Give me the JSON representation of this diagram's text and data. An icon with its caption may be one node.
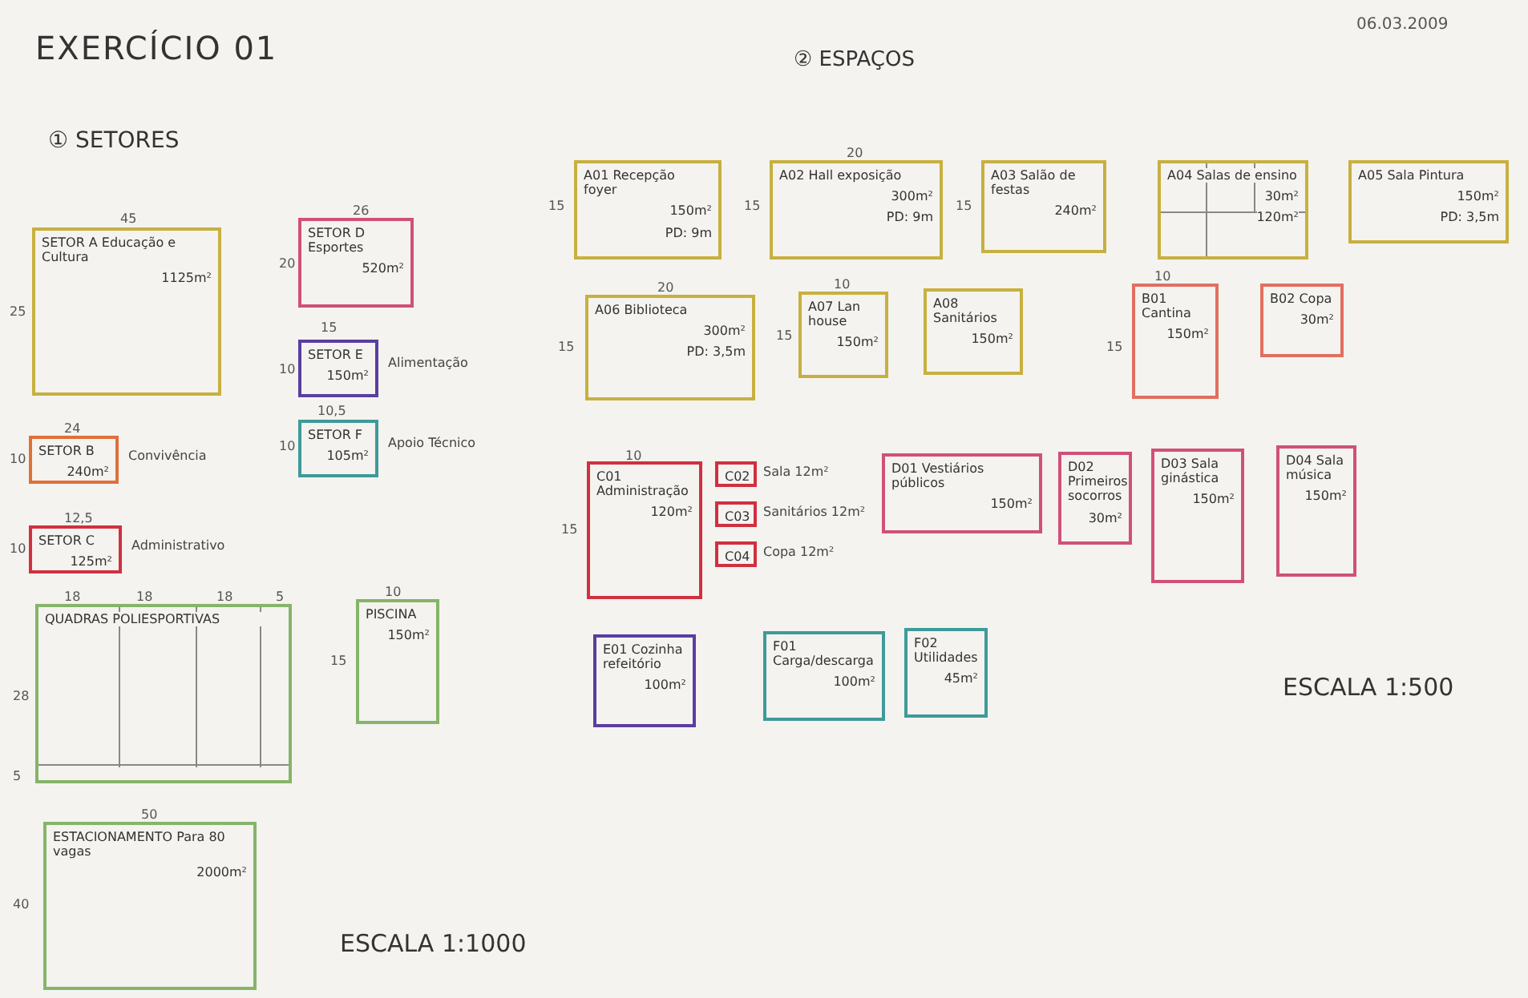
{
  "diagram": {
    "title": "EXERCÍCIO 01",
    "nodes": [
      {
        "text": [
          "SETOR A Educação e Cultura",
          "1125m²"
        ]
      },
      {
        "text": [
          "SETOR D Esportes",
          "520m²"
        ]
      },
      {
        "text": [
          "SETOR E",
          "150m²"
        ],
        "beside": [
          "Alimentação"
        ]
      },
      {
        "text": [
          "SETOR F",
          "105m²"
        ],
        "beside": [
          "Apoio Técnico"
        ]
      },
      {
        "text": [
          "SETOR B",
          "240m²"
        ],
        "beside": [
          "Convivência"
        ]
      },
      {
        "text": [
          "SETOR C",
          "125m²"
        ],
        "beside": [
          "Administrativo"
        ]
      },
      {
        "text": [
          "QUADRAS POLIESPORTIVAS"
        ]
      },
      {
        "text": [
          "PISCINA",
          "150m²"
        ]
      },
      {
        "text": [
          "ESTACIONAMENTO Para 80 vagas",
          "2000m²"
        ]
      },
      {
        "text": [
          "A01 Recepção foyer",
          "150m²",
          "PD: 9m"
        ]
      },
      {
        "text": [
          "A02 Hall exposição",
          "300m²",
          "PD: 9m"
        ]
      },
      {
        "text": [
          "A03 Salão de festas",
          "240m²"
        ]
      },
      {
        "text": [
          "A04 Salas de ensino",
          "30m²",
          "120m²"
        ]
      },
      {
        "text": [
          "A05 Sala Pintura",
          "150m²",
          "PD: 3,5m"
        ]
      },
      {
        "text": [
          "A06 Biblioteca",
          "300m²",
          "PD: 3,5m"
        ]
      },
      {
        "text": [
          "A07 Lan house",
          "150m²"
        ]
      },
      {
        "text": [
          "A08 Sanitários",
          "150m²"
        ]
      },
      {
        "text": [
          "B01 Cantina",
          "150m²"
        ]
      },
      {
        "text": [
          "B02 Copa",
          "30m²"
        ]
      },
      {
        "text": [
          "C01 Administração",
          "120m²"
        ]
      },
      {
        "text": [
          "C02"
        ],
        "beside": [
          "Sala 12m²"
        ]
      },
      {
        "text": [
          "C03"
        ],
        "beside": [
          "Sanitários 12m²"
        ]
      },
      {
        "text": [
          "C04"
        ],
        "beside": [
          "Copa 12m²"
        ]
      },
      {
        "text": [
          "D01 Vestiários públicos",
          "150m²"
        ]
      },
      {
        "text": [
          "D02 Primeiros socorros",
          "30m²"
        ]
      },
      {
        "text": [
          "D03 Sala ginástica",
          "150m²"
        ]
      },
      {
        "text": [
          "D04 Sala música",
          "150m²"
        ]
      },
      {
        "text": [
          "E01 Cozinha refeitório",
          "100m²"
        ]
      },
      {
        "text": [
          "F01 Carga/descarga",
          "100m²"
        ]
      },
      {
        "text": [
          "F02 Utilidades",
          "45m²"
        ]
      }
    ],
    "labels": [
      "06.03.2009",
      "① SETORES",
      "② ESPAÇOS",
      "45",
      "25",
      "26",
      "20",
      "15",
      "10",
      "10,5",
      "10",
      "24",
      "10",
      "12,5",
      "10",
      "18",
      "18",
      "18",
      "5",
      "28",
      "5",
      "10",
      "15",
      "50",
      "40",
      "15",
      "20",
      "15",
      "15",
      "20",
      "15",
      "10",
      "15",
      "10",
      "15",
      "10",
      "15",
      "ESCALA 1:1000",
      "ESCALA 1:500"
    ]
  }
}
